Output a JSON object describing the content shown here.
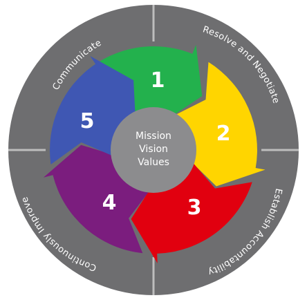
{
  "diagram": {
    "center_lines": [
      "Mission",
      "Vision",
      "Values"
    ],
    "quadrant_labels": {
      "top_left": "Communicate",
      "top_right": "Resolve and Negotiate",
      "bottom_right": "Establish Accountability",
      "bottom_left": "Continuously Improve"
    },
    "steps": [
      {
        "number": "1",
        "color": "#23b14d"
      },
      {
        "number": "2",
        "color": "#ffd500"
      },
      {
        "number": "3",
        "color": "#e1000f"
      },
      {
        "number": "4",
        "color": "#7b1d7e"
      },
      {
        "number": "5",
        "color": "#3f57b3"
      }
    ],
    "colors": {
      "outer_ring": "#6e6e70",
      "inner_hub": "#8c8c8e",
      "divider": "#bdbdbd"
    }
  }
}
